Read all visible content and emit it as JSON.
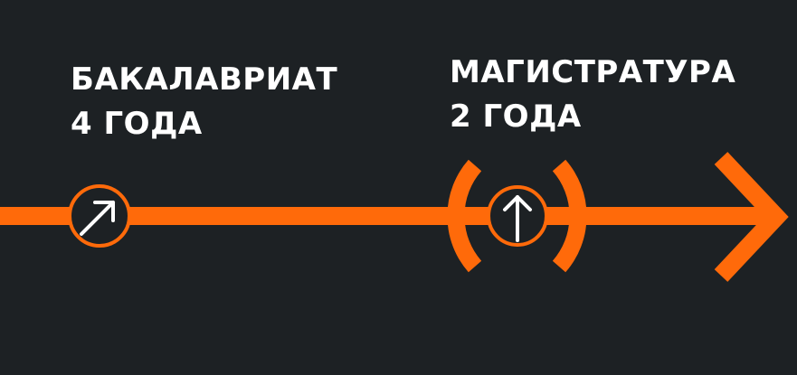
{
  "colors": {
    "background": "#1d2124",
    "accent": "#ff6a0a",
    "text": "#ffffff"
  },
  "stages": [
    {
      "title": "БАКАЛАВРИАТ",
      "duration": "4 ГОДА",
      "icon": "arrow-up-right-icon"
    },
    {
      "title": "МАГИСТРАТУРА",
      "duration": "2 ГОДА",
      "icon": "arrow-up-icon"
    }
  ],
  "timeline": {
    "end_marker": "chevron-right-icon",
    "bracket_icon": "parentheses-bracket-icon"
  }
}
